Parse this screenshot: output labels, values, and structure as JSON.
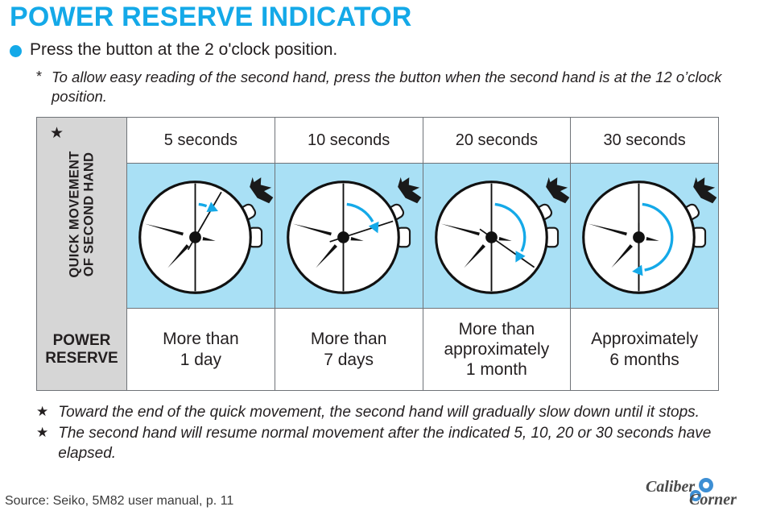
{
  "header": {
    "title": "POWER RESERVE INDICATOR",
    "accent_color": "#14a9e8"
  },
  "instruction": {
    "bullet_text": "Press the button at the 2 o'clock position.",
    "asterisk_mark": "*",
    "asterisk_text": "To allow easy reading of the second hand, press the button when the second hand is at the 12 o’clock position."
  },
  "table": {
    "row_label_star": "★",
    "vertical_label_line1": "QUICK MOVEMENT",
    "vertical_label_line2": "OF SECOND HAND",
    "power_label_line1": "POWER",
    "power_label_line2": "RESERVE",
    "band_color": "#a9e0f5",
    "label_bg_color": "#d6d6d6",
    "border_color": "#6f7378",
    "columns": [
      {
        "header": "5 seconds",
        "power_reserve_line1": "More than",
        "power_reserve_line2": "1 day",
        "power_reserve_line3": "",
        "second_hand_degrees": 30,
        "arc_sweep_degrees": 30
      },
      {
        "header": "10 seconds",
        "power_reserve_line1": "More than",
        "power_reserve_line2": "7 days",
        "power_reserve_line3": "",
        "second_hand_degrees": 72,
        "arc_sweep_degrees": 72
      },
      {
        "header": "20 seconds",
        "power_reserve_line1": "More than",
        "power_reserve_line2": "approximately",
        "power_reserve_line3": "1 month",
        "second_hand_degrees": 125,
        "arc_sweep_degrees": 125
      },
      {
        "header": "30 seconds",
        "power_reserve_line1": "Approximately",
        "power_reserve_line2": "6 months",
        "power_reserve_line3": "",
        "second_hand_degrees": 180,
        "arc_sweep_degrees": 180
      }
    ]
  },
  "notes": [
    {
      "star": "★",
      "text": "Toward the end of the quick movement, the second hand will gradually slow down until it stops."
    },
    {
      "star": "★",
      "text": "The second hand will resume normal movement after the indicated 5, 10, 20 or 30 seconds have elapsed."
    }
  ],
  "source": {
    "text": "Source: Seiko, 5M82 user manual, p. 11"
  },
  "watermark": {
    "text_part1": "Caliber",
    "text_part2": "Corner",
    "color": "#3d8fd4"
  }
}
